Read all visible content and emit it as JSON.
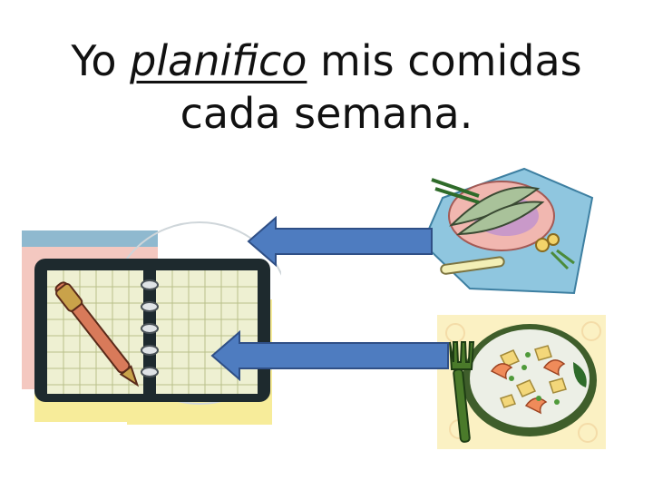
{
  "title": {
    "before": "Yo ",
    "highlight": "planifico",
    "after": " mis comidas",
    "line2": "cada semana."
  },
  "images": {
    "planner": "planner-calendar-illustration",
    "fish_plate": "fish-plate-clipart",
    "salad_plate": "shrimp-pasta-salad-clipart"
  },
  "arrows": {
    "color": "#4e7cc0",
    "outline": "#2f4f86"
  }
}
